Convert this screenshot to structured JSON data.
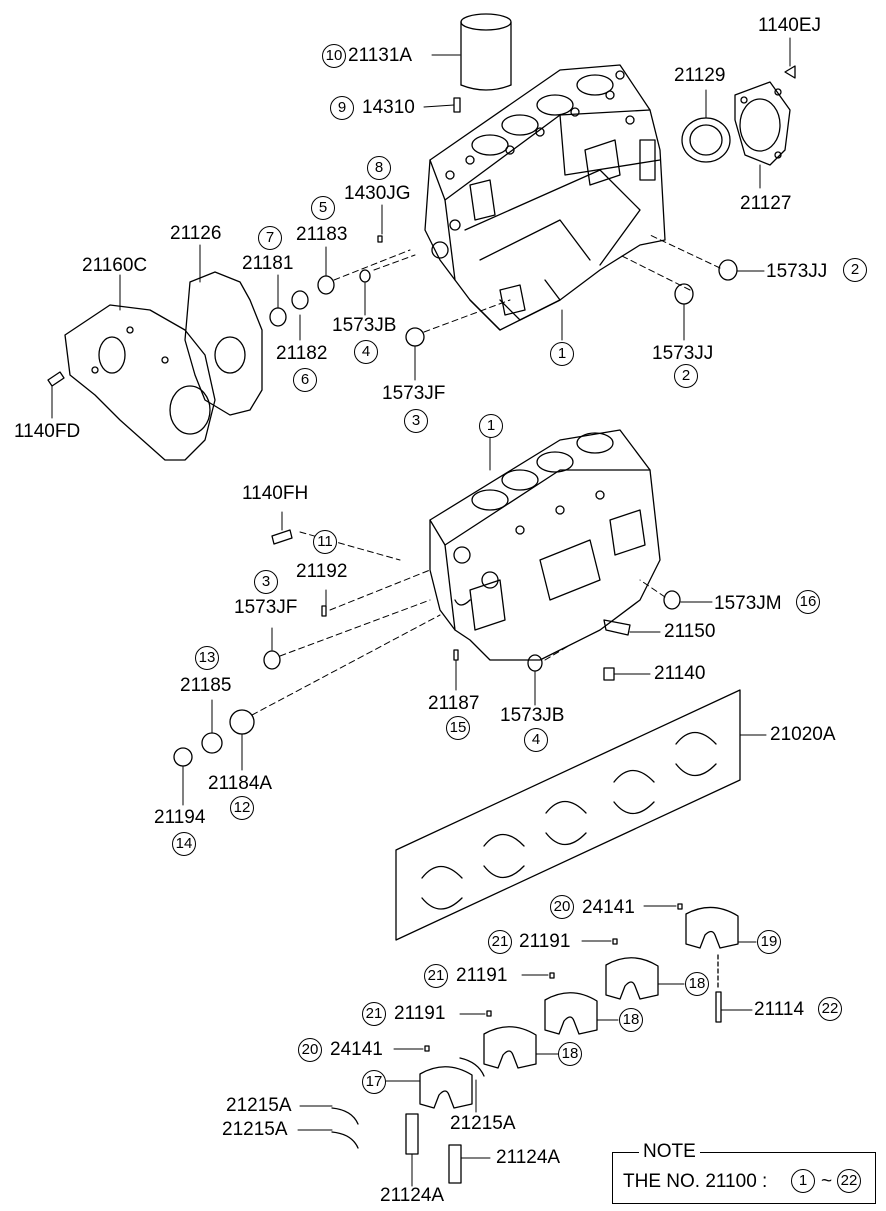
{
  "callouts": [
    {
      "id": "c10",
      "num": "10",
      "code": "21131A"
    },
    {
      "id": "c9",
      "num": "9",
      "code": "14310"
    },
    {
      "id": "c8",
      "num": "8",
      "code": "1430JG"
    },
    {
      "id": "c5",
      "num": "5",
      "code": "21183"
    },
    {
      "id": "c7",
      "num": "7",
      "code": "21181"
    },
    {
      "id": "c6",
      "num": "6",
      "code": "21182"
    },
    {
      "id": "c4a",
      "num": "4",
      "code": "1573JB"
    },
    {
      "id": "c3a",
      "num": "3",
      "code": "1573JF"
    },
    {
      "id": "c1a",
      "num": "1",
      "code": ""
    },
    {
      "id": "c2a",
      "num": "2",
      "code": "1573JJ"
    },
    {
      "id": "c2b",
      "num": "2",
      "code": "1573JJ"
    },
    {
      "id": "c1b",
      "num": "1",
      "code": ""
    },
    {
      "id": "c11",
      "num": "11",
      "code": "21192"
    },
    {
      "id": "c3b",
      "num": "3",
      "code": "1573JF"
    },
    {
      "id": "c13",
      "num": "13",
      "code": "21185"
    },
    {
      "id": "c12",
      "num": "12",
      "code": "21184A"
    },
    {
      "id": "c14",
      "num": "14",
      "code": "21194"
    },
    {
      "id": "c15",
      "num": "15",
      "code": "21187"
    },
    {
      "id": "c4b",
      "num": "4",
      "code": "1573JB"
    },
    {
      "id": "c16",
      "num": "16",
      "code": "1573JM"
    },
    {
      "id": "c20a",
      "num": "20",
      "code": "24141"
    },
    {
      "id": "c21a",
      "num": "21",
      "code": "21191"
    },
    {
      "id": "c21b",
      "num": "21",
      "code": "21191"
    },
    {
      "id": "c21c",
      "num": "21",
      "code": "21191"
    },
    {
      "id": "c20b",
      "num": "20",
      "code": "24141"
    },
    {
      "id": "c19",
      "num": "19",
      "code": ""
    },
    {
      "id": "c18a",
      "num": "18",
      "code": ""
    },
    {
      "id": "c18b",
      "num": "18",
      "code": ""
    },
    {
      "id": "c18c",
      "num": "18",
      "code": ""
    },
    {
      "id": "c17",
      "num": "17",
      "code": ""
    },
    {
      "id": "c22",
      "num": "22",
      "code": "21114"
    }
  ],
  "labels": {
    "p1140EJ": "1140EJ",
    "p21129": "21129",
    "p21127": "21127",
    "p21126": "21126",
    "p21160C": "21160C",
    "p1140FD": "1140FD",
    "p1140FH": "1140FH",
    "p21150": "21150",
    "p21140": "21140",
    "p21020A": "21020A",
    "p21215A_a": "21215A",
    "p21215A_b": "21215A",
    "p21215A_c": "21215A",
    "p21124A_a": "21124A",
    "p21124A_b": "21124A"
  },
  "note": {
    "title": "NOTE",
    "text": "THE NO. 21100  :",
    "from": "1",
    "tilde": "~",
    "to": "22"
  }
}
